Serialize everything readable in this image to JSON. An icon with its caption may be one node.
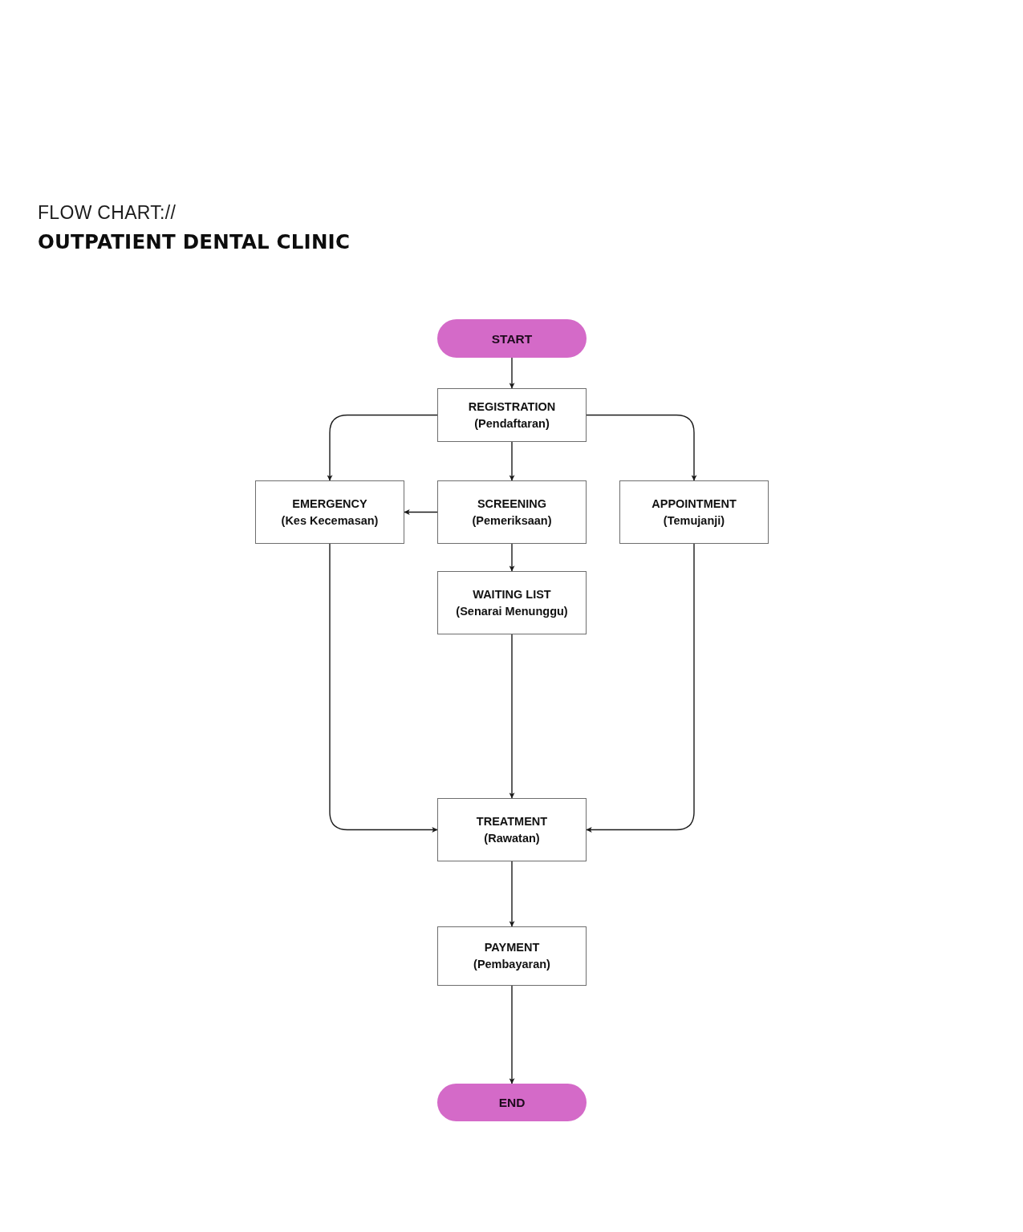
{
  "diagram": {
    "title": "OUTPATIENT DENTAL CLINIC",
    "nodes": [
      {
        "text": [
          "START"
        ]
      },
      {
        "text": [
          "REGISTRATION",
          "(Pendaftaran)"
        ]
      },
      {
        "text": [
          "EMERGENCY",
          "(Kes Kecemasan)"
        ]
      },
      {
        "text": [
          "SCREENING",
          "(Pemeriksaan)"
        ]
      },
      {
        "text": [
          "APPOINTMENT",
          "(Temujanji)"
        ]
      },
      {
        "text": [
          "WAITING LIST",
          "(Senarai Menunggu)"
        ]
      },
      {
        "text": [
          "TREATMENT",
          "(Rawatan)"
        ]
      },
      {
        "text": [
          "PAYMENT",
          "(Pembayaran)"
        ]
      },
      {
        "text": [
          "END"
        ]
      }
    ],
    "edges": [
      {
        "from": 0,
        "to": 1,
        "arrow": "to"
      },
      {
        "from": 1,
        "to": 2,
        "arrow": "to"
      },
      {
        "from": 1,
        "to": 3,
        "arrow": "to"
      },
      {
        "from": 1,
        "to": 4,
        "arrow": "to"
      },
      {
        "from": 3,
        "to": 2,
        "arrow": "to"
      },
      {
        "from": 3,
        "to": 5,
        "arrow": "to"
      },
      {
        "from": 5,
        "to": 6,
        "arrow": "to"
      },
      {
        "from": 2,
        "to": 6,
        "arrow": "to"
      },
      {
        "from": 4,
        "to": 6,
        "arrow": "to"
      },
      {
        "from": 6,
        "to": 7,
        "arrow": "to"
      },
      {
        "from": 7,
        "to": 8,
        "arrow": "to"
      }
    ],
    "labels": [
      "FLOW CHART://"
    ]
  }
}
